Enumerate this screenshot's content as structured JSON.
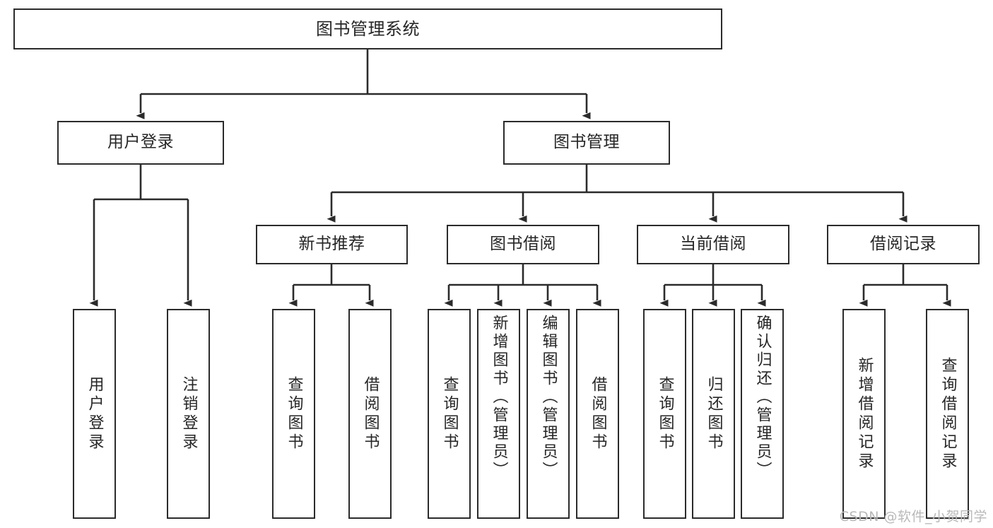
{
  "diagram": {
    "title": "图书管理系统",
    "type": "tree",
    "root": {
      "label": "图书管理系统"
    },
    "level2": [
      {
        "label": "用户登录"
      },
      {
        "label": "图书管理"
      }
    ],
    "level3": [
      {
        "label": "新书推荐"
      },
      {
        "label": "图书借阅"
      },
      {
        "label": "当前借阅"
      },
      {
        "label": "借阅记录"
      }
    ],
    "leaves": {
      "user_login": [
        {
          "label": "用户登录"
        },
        {
          "label": "注销登录"
        }
      ],
      "new_book": [
        {
          "label": "查询图书"
        },
        {
          "label": "借阅图书"
        }
      ],
      "book_borrow": [
        {
          "label": "查询图书"
        },
        {
          "label": "新增图书（管理员）"
        },
        {
          "label": "编辑图书（管理员）"
        },
        {
          "label": "借阅图书"
        }
      ],
      "current_borrow": [
        {
          "label": "查询图书"
        },
        {
          "label": "归还图书"
        },
        {
          "label": "确认归还（管理员）"
        }
      ],
      "borrow_record": [
        {
          "label": "新增借阅记录"
        },
        {
          "label": "查询借阅记录"
        }
      ]
    }
  },
  "watermark": {
    "text": "CSDN @软件_小贺同学"
  },
  "colors": {
    "stroke": "#2b2b2b",
    "text": "#262626",
    "background": "#ffffff",
    "watermark": "#b9b9b9"
  }
}
